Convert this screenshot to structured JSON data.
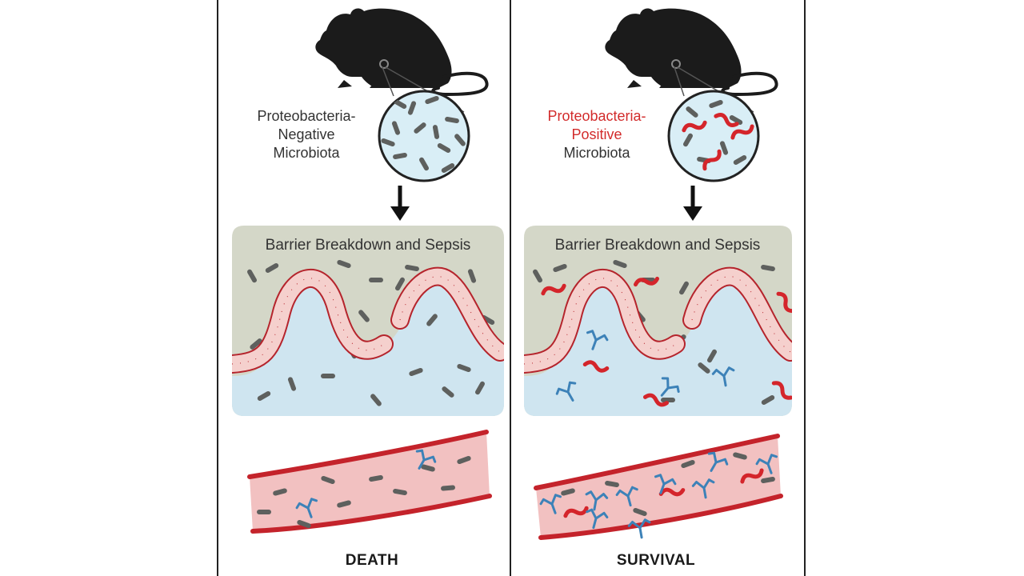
{
  "colors": {
    "frame": "#222222",
    "mouse": "#1b1b1b",
    "lumen": "#d4d7c8",
    "tissue": "#cfe5f0",
    "villus_fill": "#f5d0cd",
    "villus_stroke": "#b5242c",
    "commensal": "#5e605e",
    "proteobacteria": "#d4252b",
    "antibody": "#3d82b8",
    "vessel_fill": "#f2c1c1",
    "vessel_wall": "#c4232b"
  },
  "panels": [
    {
      "id": "left",
      "label_lines": [
        {
          "text": "Proteobacteria-",
          "highlight": false
        },
        {
          "text": "Negative",
          "highlight": false
        },
        {
          "text": "Microbiota",
          "highlight": false
        }
      ],
      "barrier_label": "Barrier Breakdown and Sepsis",
      "outcome": "DEATH"
    },
    {
      "id": "right",
      "label_lines": [
        {
          "text": "Proteobacteria-",
          "highlight": true
        },
        {
          "text": "Positive",
          "highlight": true
        },
        {
          "text": "Microbiota",
          "highlight": false
        }
      ],
      "barrier_label": "Barrier Breakdown and Sepsis",
      "outcome": "SURVIVAL"
    }
  ]
}
